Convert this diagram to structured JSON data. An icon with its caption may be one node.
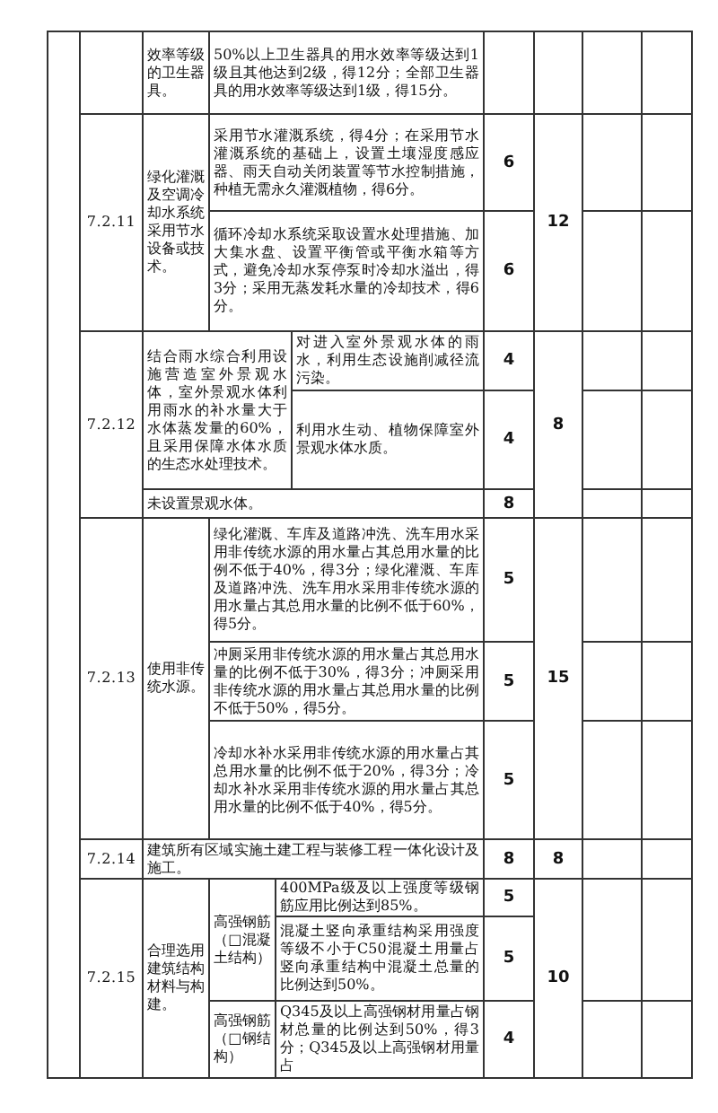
{
  "diagram": {
    "labels": [
      "效率等级的卫生器具。",
      "50%以上卫生器具的用水效率等级达到1级且其他达到2级，得12分；全部卫生器具的用水效率等级达到1级，得15分。",
      "7.2.11",
      "绿化灌溉及空调冷却水系统采用节水设备或技术。",
      "采用节水灌溉系统，得4分；在采用节水灌溉系统的基础上，设置土壤湿度感应器、雨天自动关闭装置等节水控制措施，种植无需永久灌溉植物，得6分。",
      "6",
      "12",
      "循环冷却水系统采取设置水处理措施、加大集水盘、设置平衡管或平衡水箱等方式，避免冷却水泵停泵时冷却水溢出，得3分；采用无蒸发耗水量的冷却技术，得6分。",
      "6",
      "7.2.12",
      "结合雨水综合利用设施营造室外景观水体，室外景观水体利用雨水的补水量大于水体蒸发量的60%，且采用保障水体水质的生态水处理技术。",
      "对进入室外景观水体的雨水，利用生态设施削减径流污染。",
      "4",
      "8",
      "利用水生动、植物保障室外景观水体水质。",
      "4",
      "未设置景观水体。",
      "8",
      "7.2.13",
      "使用非传统水源。",
      "绿化灌溉、车库及道路冲洗、洗车用水采用非传统水源的用水量占其总用水量的比例不低于40%，得3分；绿化灌溉、车库及道路冲洗、洗车用水采用非传统水源的用水量占其总用水量的比例不低于60%，得5分。",
      "5",
      "15",
      "冲厕采用非传统水源的用水量占其总用水量的比例不低于30%，得3分；冲厕采用非传统水源的用水量占其总用水量的比例不低于50%，得5分。",
      "5",
      "冷却水补水采用非传统水源的用水量占其总用水量的比例不低于20%，得3分；冷却水补水采用非传统水源的用水量占其总用水量的比例不低于40%，得5分。",
      "5",
      "7.2.14",
      "建筑所有区域实施土建工程与装修工程一体化设计及施工。",
      "8",
      "8",
      "7.2.15",
      "合理选用建筑结构材料与构建。",
      "高强钢筋（□混凝土结构）",
      "400MPa级及以上强度等级钢筋应用比例达到85%。",
      "5",
      "10",
      "混凝土竖向承重结构采用强度等级不小于C50混凝土用量占竖向承重结构中混凝土总量的比例达到50%。",
      "5",
      "高强钢筋（□钢结构）",
      "Q345及以上高强钢材用量占钢材总量的比例达到50%，得3分；Q345及以上高强钢材用量占",
      "4"
    ]
  }
}
